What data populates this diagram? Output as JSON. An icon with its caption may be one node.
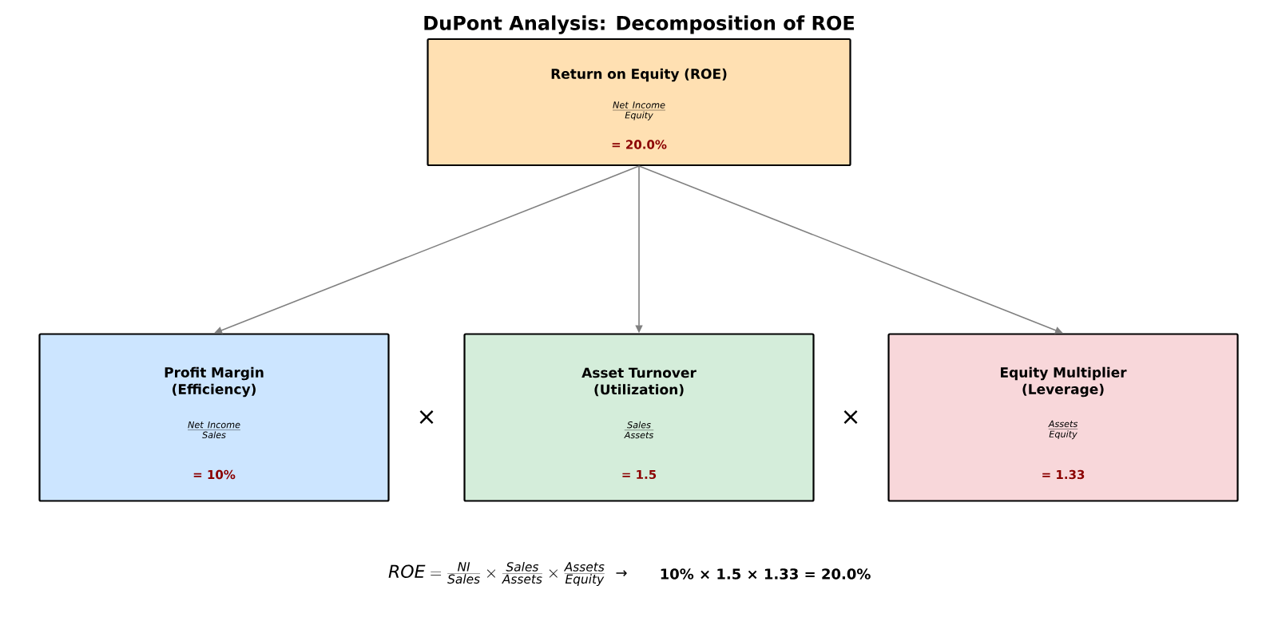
{
  "diagram": {
    "title": "DuPont Analysis: Decomposition of ROE",
    "nodes": [
      {
        "text": [
          "Return on Equity (ROE)",
          "\\frac{Net\\ Income}{Equity}",
          "= 20.0%"
        ]
      },
      {
        "text": [
          "Profit Margin (Efficiency)",
          "\\frac{Net\\ Income}{Sales}",
          "= 10%"
        ]
      },
      {
        "text": [
          "Asset Turnover (Utilization)",
          "\\frac{Sales}{Assets}",
          "= 1.5"
        ]
      },
      {
        "text": [
          "Equity Multiplier (Leverage)",
          "\\frac{Assets}{Equity}",
          "= 1.33"
        ]
      }
    ],
    "edges": [
      {
        "from": 0,
        "to": 1,
        "arrow": "to"
      },
      {
        "from": 0,
        "to": 2,
        "arrow": "to"
      },
      {
        "from": 0,
        "to": 3,
        "arrow": "to"
      }
    ],
    "labels": [
      "×",
      "×",
      "ROE = \\frac{NI}{Sales} \\times \\frac{Sales}{Assets} \\times \\frac{Assets}{Equity}",
      "→",
      "10% × 1.5 × 1.33 = 20.0%"
    ]
  }
}
